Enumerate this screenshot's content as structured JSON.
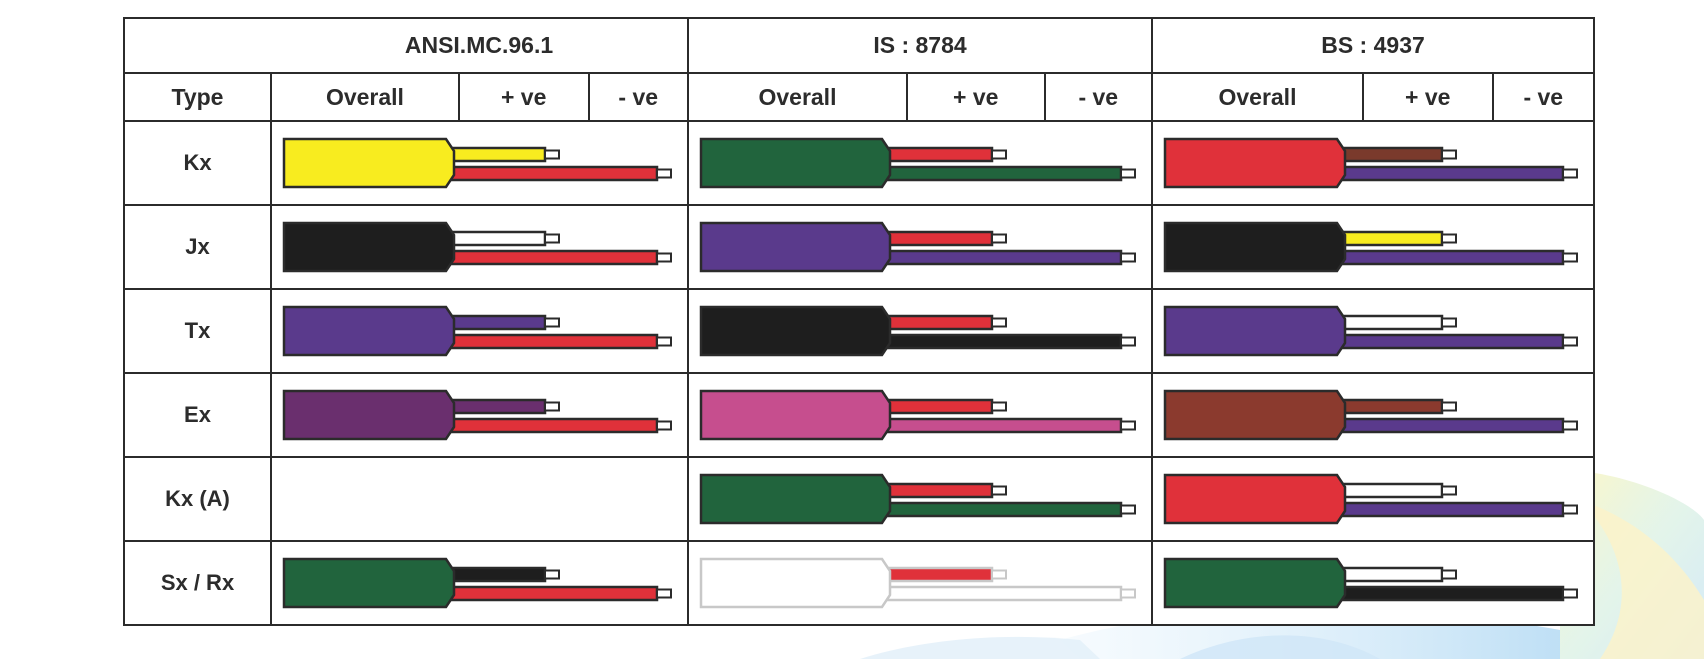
{
  "standards": [
    {
      "name": "ANSI.MC.96.1",
      "columns": [
        "Overall",
        "+ ve",
        "- ve"
      ]
    },
    {
      "name": "IS : 8784",
      "columns": [
        "Overall",
        "+ ve",
        "- ve"
      ]
    },
    {
      "name": "BS : 4937",
      "columns": [
        "Overall",
        "+ ve",
        "- ve"
      ]
    }
  ],
  "type_header": "Type",
  "rows": [
    {
      "type": "Kx",
      "cables": [
        {
          "overall": "#f8ec1f",
          "pos": "#f8ec1f",
          "neg": "#e0313a"
        },
        {
          "overall": "#21643d",
          "pos": "#e0313a",
          "neg": "#21643d"
        },
        {
          "overall": "#e0313a",
          "pos": "#7a3a2c",
          "neg": "#5a3a8c"
        }
      ]
    },
    {
      "type": "Jx",
      "cables": [
        {
          "overall": "#1e1e1e",
          "pos": "#ffffff",
          "neg": "#e0313a"
        },
        {
          "overall": "#5a3a8c",
          "pos": "#e0313a",
          "neg": "#5a3a8c"
        },
        {
          "overall": "#1e1e1e",
          "pos": "#f8ec1f",
          "neg": "#5a3a8c"
        }
      ]
    },
    {
      "type": "Tx",
      "cables": [
        {
          "overall": "#5a3a8c",
          "pos": "#5a3a8c",
          "neg": "#e0313a"
        },
        {
          "overall": "#1e1e1e",
          "pos": "#e0313a",
          "neg": "#1e1e1e"
        },
        {
          "overall": "#5a3a8c",
          "pos": "#ffffff",
          "neg": "#5a3a8c"
        }
      ]
    },
    {
      "type": "Ex",
      "cables": [
        {
          "overall": "#6a2f6e",
          "pos": "#6a2f6e",
          "neg": "#e0313a"
        },
        {
          "overall": "#c64e8e",
          "pos": "#e0313a",
          "neg": "#c64e8e"
        },
        {
          "overall": "#8b3a2e",
          "pos": "#8b3a2e",
          "neg": "#5a3a8c"
        }
      ]
    },
    {
      "type": "Kx (A)",
      "cables": [
        null,
        {
          "overall": "#21643d",
          "pos": "#e0313a",
          "neg": "#21643d"
        },
        {
          "overall": "#e0313a",
          "pos": "#ffffff",
          "neg": "#5a3a8c"
        }
      ]
    },
    {
      "type": "Sx / Rx",
      "cables": [
        {
          "overall": "#21643d",
          "pos": "#1e1e1e",
          "neg": "#e0313a"
        },
        {
          "overall": "#ffffff",
          "pos": "#e0313a",
          "neg": "#ffffff",
          "outline": "#c8c8c8"
        },
        {
          "overall": "#21643d",
          "pos": "#ffffff",
          "neg": "#1e1e1e"
        }
      ]
    }
  ]
}
